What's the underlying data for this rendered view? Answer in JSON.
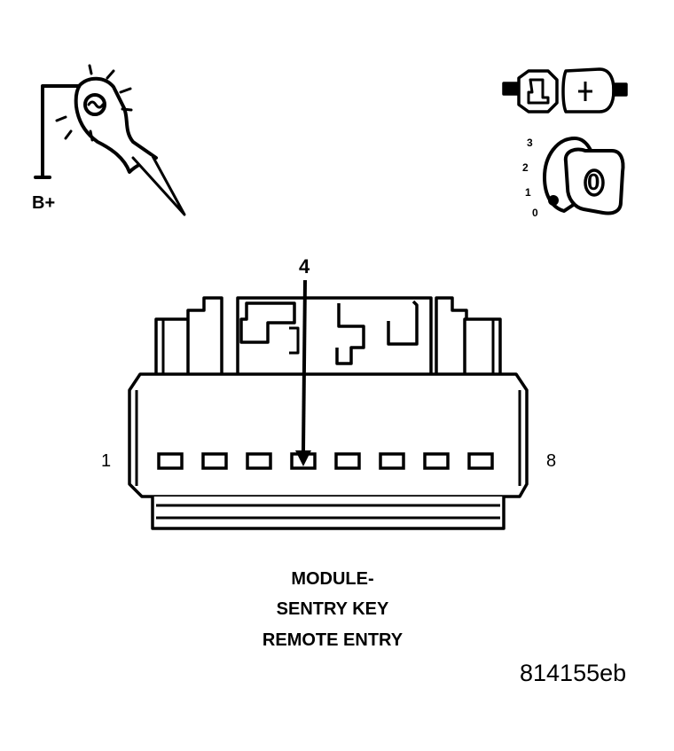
{
  "test_light": {
    "voltage_label": "B+"
  },
  "ignition": {
    "positions": [
      "3",
      "2",
      "1",
      "0"
    ],
    "key_label": "0"
  },
  "connector": {
    "pin_first": "1",
    "pin_last": "8",
    "callout_pin": "4",
    "pin_count": 8
  },
  "caption": {
    "line1": "MODULE-",
    "line2": "SENTRY KEY",
    "line3": "REMOTE ENTRY"
  },
  "figure_id": "814155eb"
}
